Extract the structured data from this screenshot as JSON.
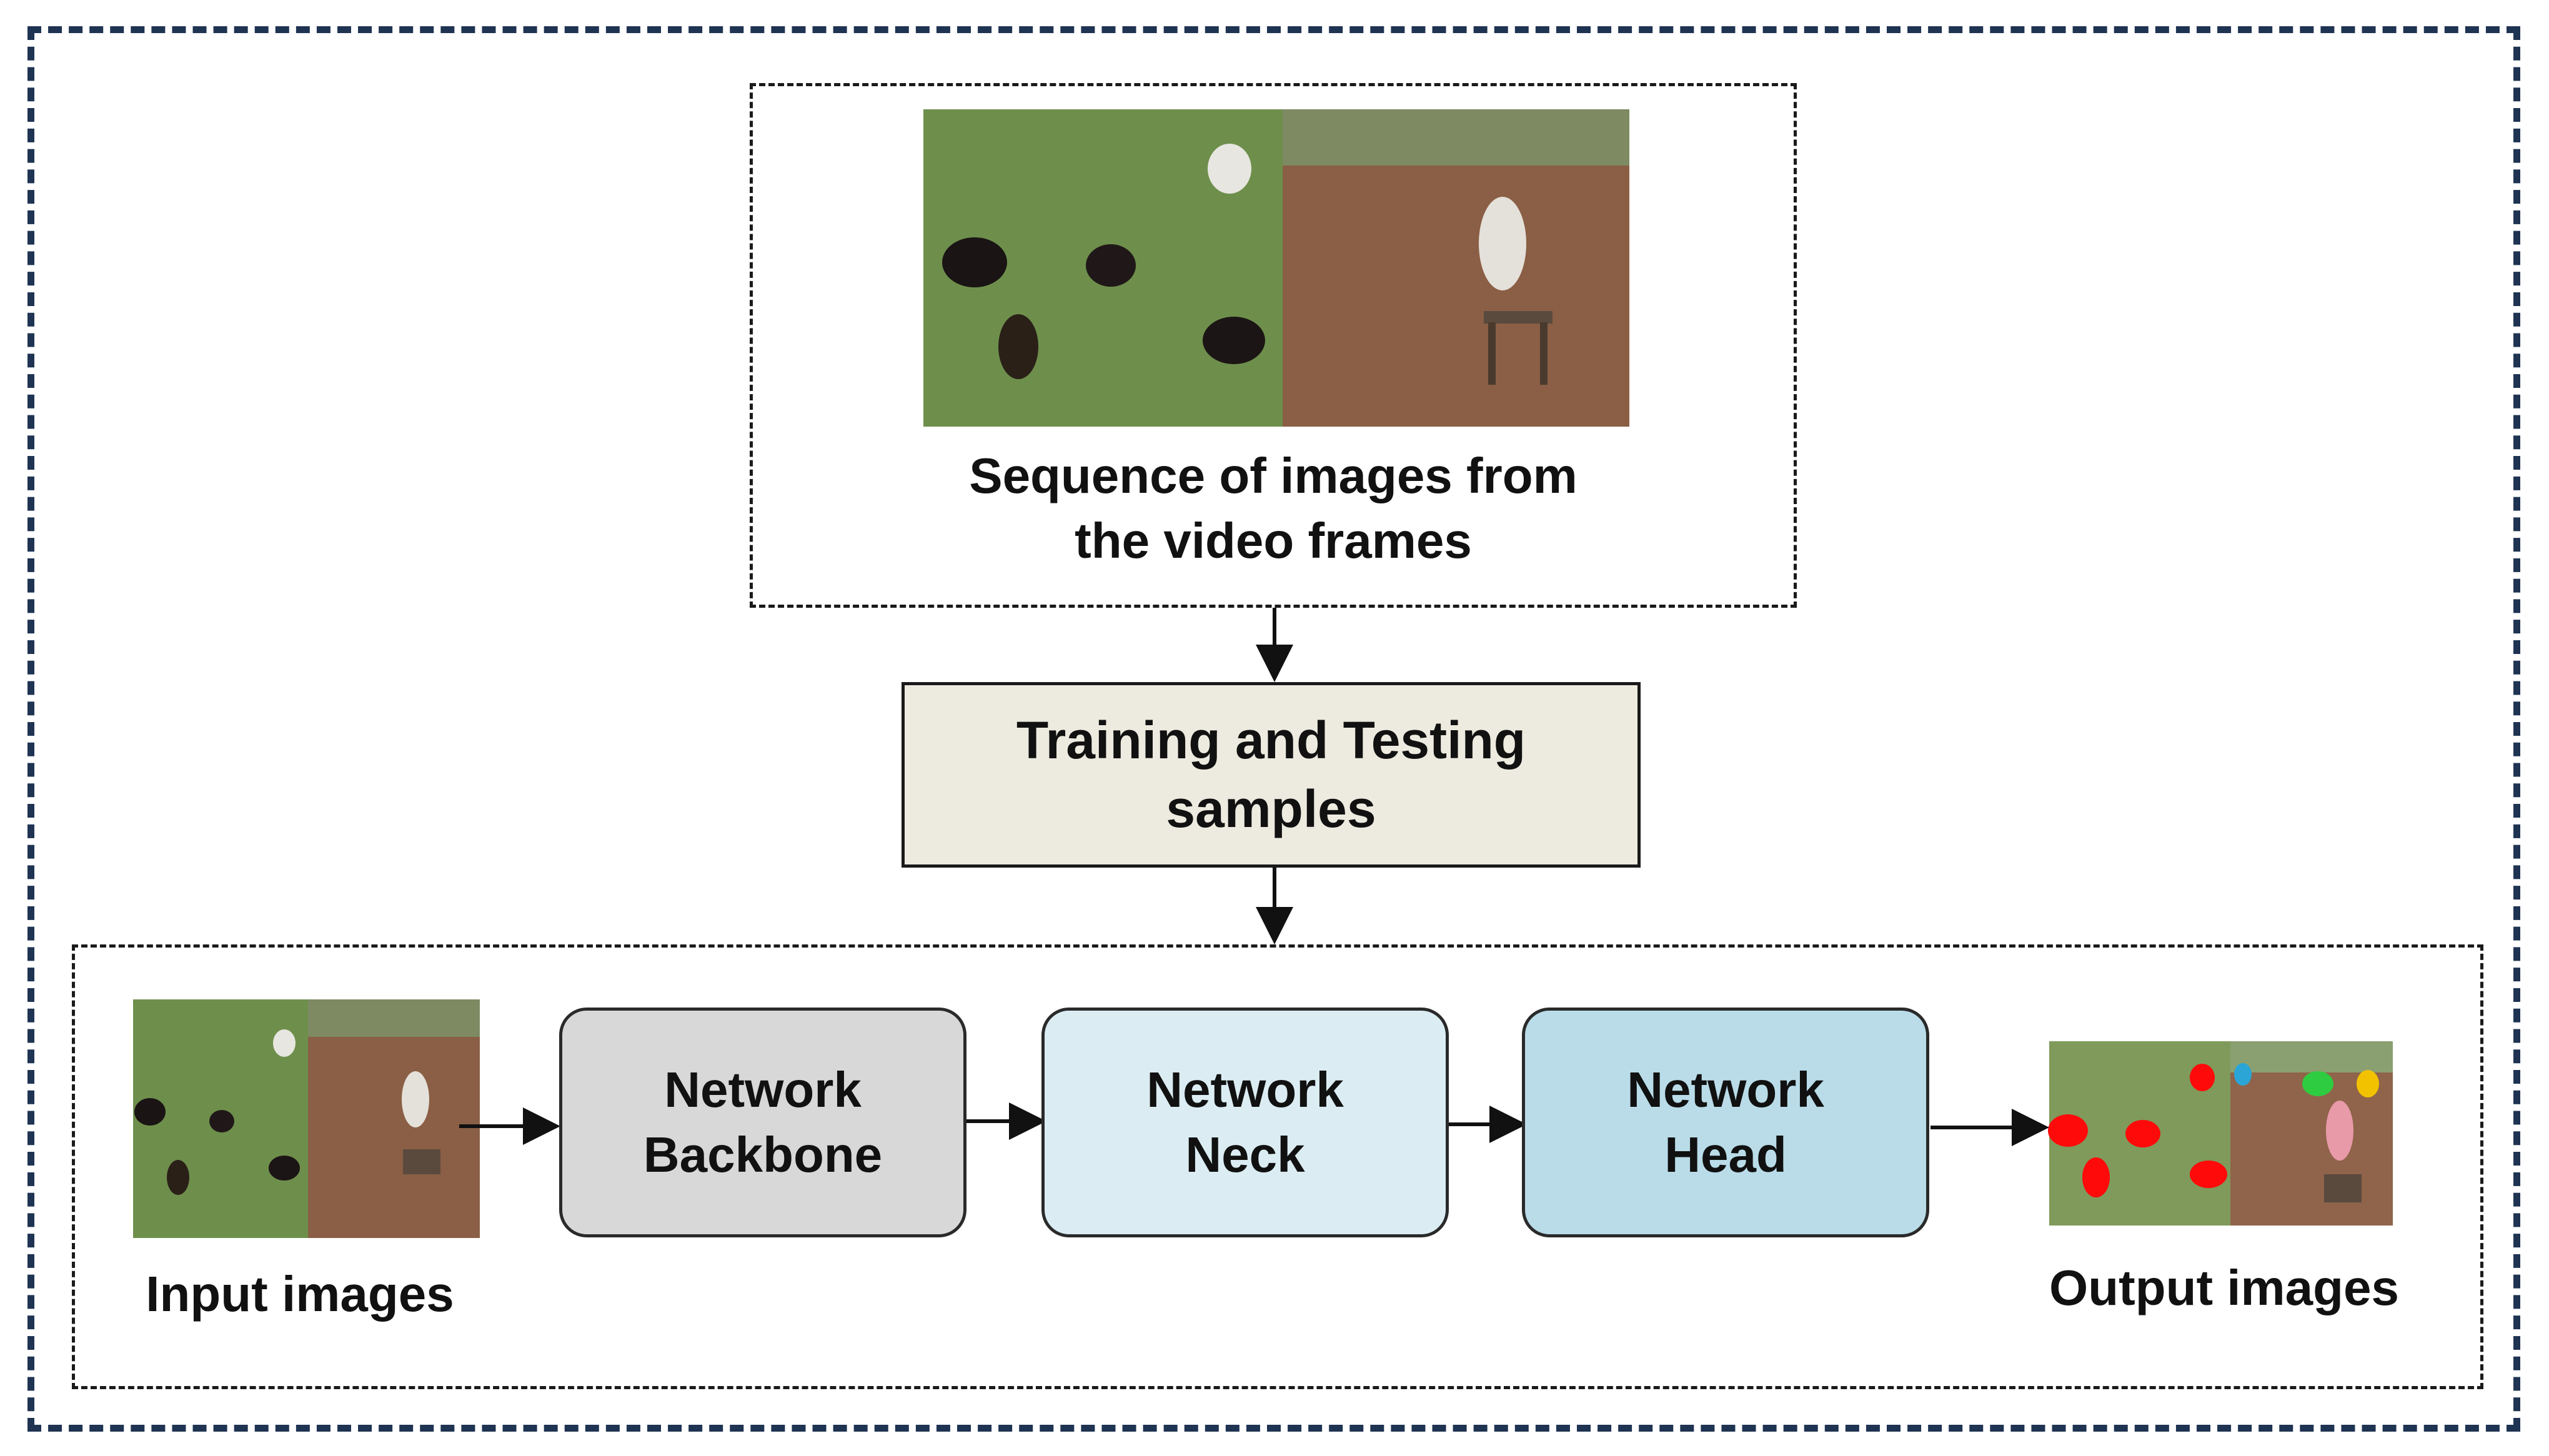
{
  "top_caption": "Sequence of images from\nthe video frames",
  "training_box": "Training and Testing\nsamples",
  "stages": [
    {
      "label": "Network\nBackbone",
      "color": "#d8d8d8"
    },
    {
      "label": "Network\nNeck",
      "color": "#dbedf3"
    },
    {
      "label": "Network\nHead",
      "color": "#b9dce8"
    }
  ],
  "input_label": "Input images",
  "output_label": "Output images",
  "colors": {
    "outer_frame": "#1f3352",
    "training_box_fill": "#edebe0",
    "grass": "#6f8f4a",
    "soil": "#8a5f45",
    "mask_red": "#ff0a0a",
    "mask_green": "#2ecc40",
    "mask_pink": "#e89aa8"
  }
}
